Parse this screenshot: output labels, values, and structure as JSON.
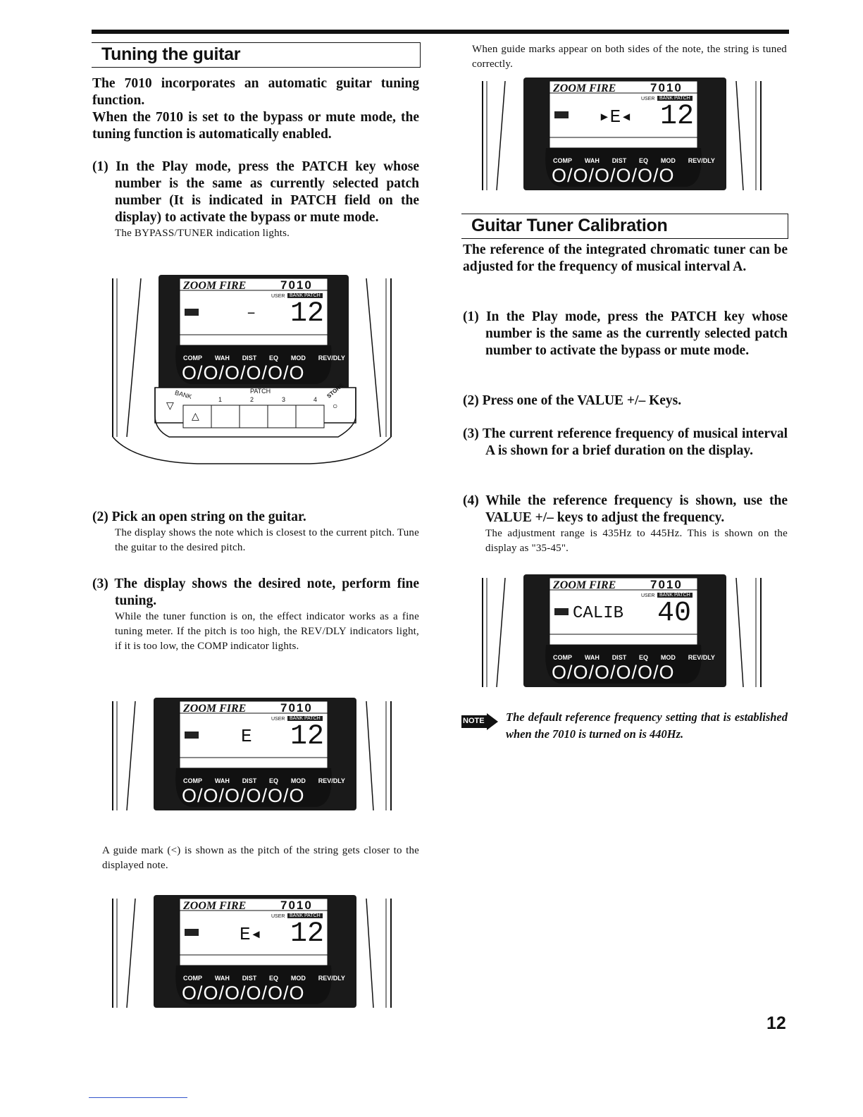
{
  "left": {
    "heading": "Tuning the guitar",
    "intro_1": "The 7010 incorporates an automatic guitar tuning function.",
    "intro_2": "When the 7010 is set to the bypass or mute mode, the tuning function is automatically enabled.",
    "step1": "(1) In the Play mode, press the PATCH key whose number is the same as currently selected patch number (It is indicated in PATCH field on the display) to activate the bypass or mute mode.",
    "step1_note": "The BYPASS/TUNER indication lights.",
    "step2": "(2) Pick an open string on the guitar.",
    "step2_note": "The display shows the note which is closest to the current pitch. Tune the guitar to the desired pitch.",
    "step3": "(3) The display shows the desired note, perform fine tuning.",
    "step3_note": "While the tuner function is on, the effect indicator works as a fine tuning meter. If the pitch is too high, the REV/DLY indicators light, if it is too low, the COMP indicator lights.",
    "guide_text": "A guide mark (<) is shown as the pitch of the string gets closer to the displayed note."
  },
  "right": {
    "tuned_text": "When guide marks appear on both sides of the note, the string is tuned correctly.",
    "heading": "Guitar Tuner Calibration",
    "intro": "The reference of the integrated chromatic tuner can be adjusted for the frequency of musical interval A.",
    "step1": "(1) In the Play mode, press the PATCH key whose number is the same as the currently selected patch number to activate the bypass or mute mode.",
    "step2": "(2) Press one of the VALUE +/– Keys.",
    "step3": "(3) The current reference frequency of musical interval A is shown for a brief duration on the display.",
    "step4": "(4) While the reference frequency is shown, use the VALUE +/– keys to adjust the frequency.",
    "step4_note": "The adjustment range is 435Hz to 445Hz. This is shown on the display as \"35-45\".",
    "note_badge": "NOTE",
    "note_text": "The default reference frequency setting that is established when the 7010 is turned on is 440Hz."
  },
  "device": {
    "brand": "ZOOM FIRE",
    "model": "7010",
    "user_label": "USER",
    "bank_patch": "BANK PATCH",
    "labels": [
      "COMP",
      "WAH",
      "DIST",
      "EQ",
      "MOD",
      "REV/DLY"
    ],
    "knobs": "O/O/O/O/O/O"
  },
  "displays": {
    "d1_note": "–",
    "d1_num": "12",
    "d2_note": "E",
    "d2_num": "12",
    "d3_note": "E◂",
    "d3_num": "12",
    "d4_note": "▸E◂",
    "d4_num": "12",
    "d5_note": "CALIB",
    "d5_num": "40"
  },
  "footswitch": {
    "bank": "BANK",
    "patch": "PATCH",
    "store": "STORE",
    "nums": [
      "1",
      "2",
      "3",
      "4"
    ]
  },
  "page_number": "12"
}
